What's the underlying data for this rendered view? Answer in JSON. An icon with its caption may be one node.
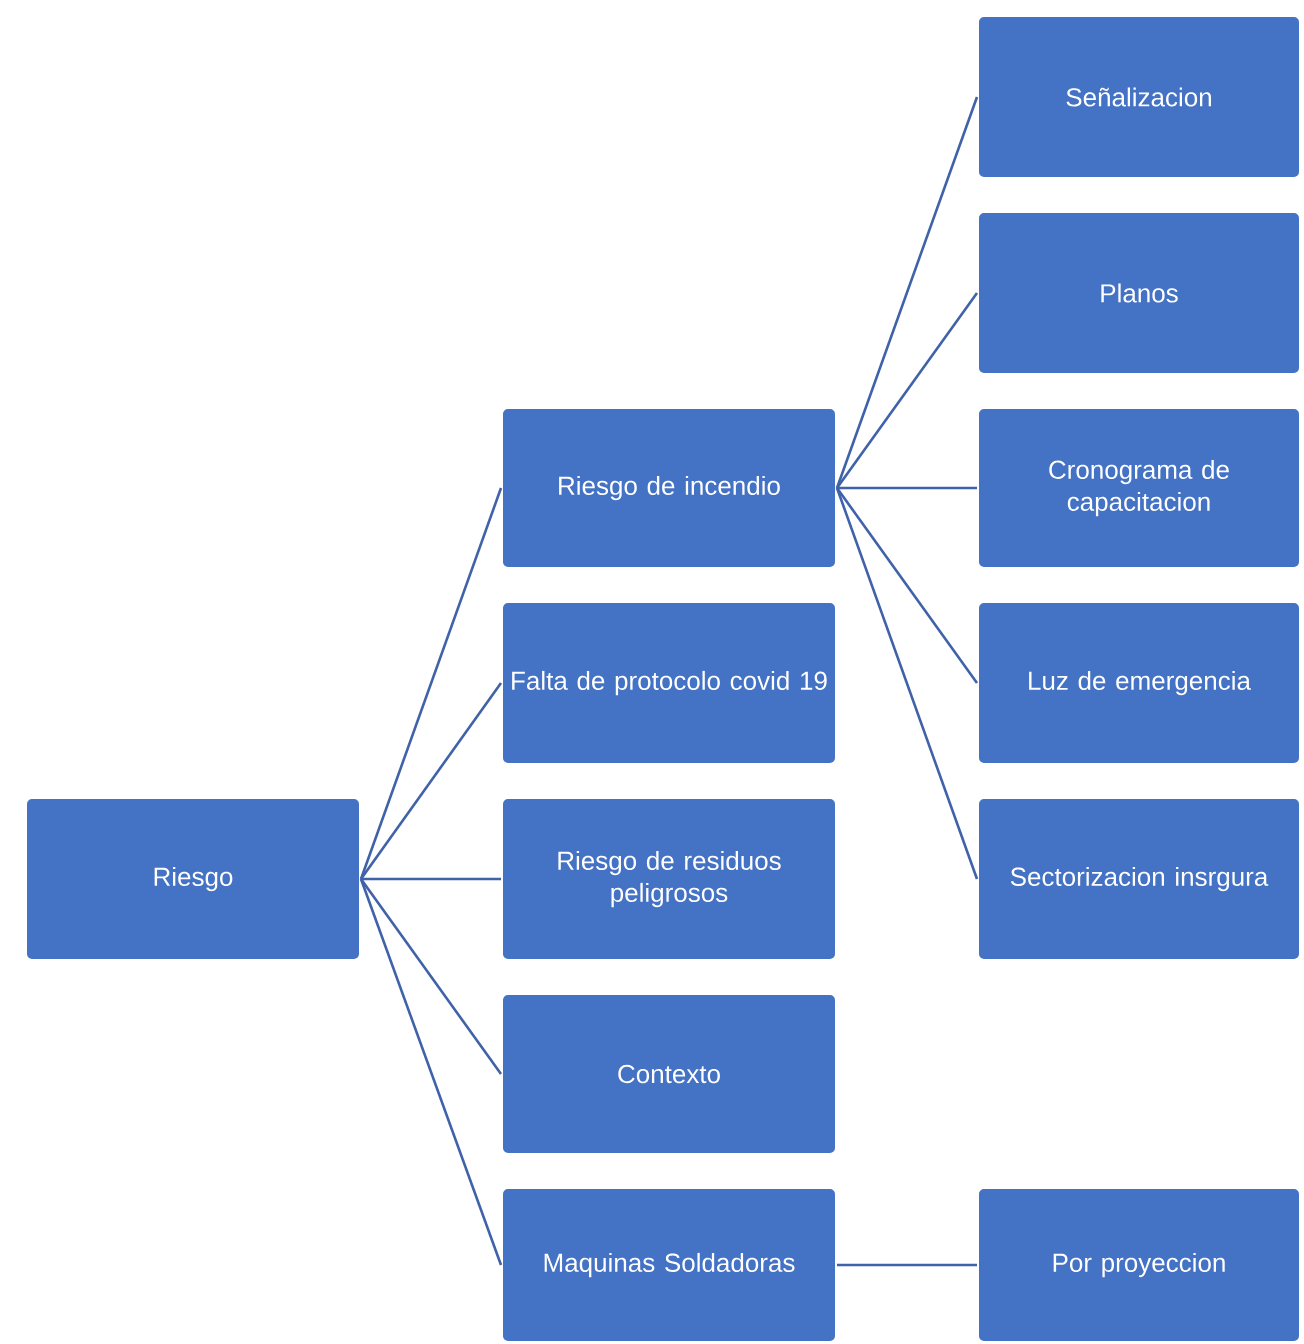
{
  "diagram": {
    "nodes": [
      {
        "text": [
          "Riesgo"
        ]
      },
      {
        "text": [
          "Riesgo de incendio"
        ]
      },
      {
        "text": [
          "Falta de protocolo covid 19"
        ]
      },
      {
        "text": [
          "Riesgo de residuos peligrosos"
        ]
      },
      {
        "text": [
          "Contexto"
        ]
      },
      {
        "text": [
          "Maquinas Soldadoras"
        ]
      },
      {
        "text": [
          "Señalizacion"
        ]
      },
      {
        "text": [
          "Planos"
        ]
      },
      {
        "text": [
          "Cronograma de capacitacion"
        ]
      },
      {
        "text": [
          "Luz de emergencia"
        ]
      },
      {
        "text": [
          "Sectorizacion insrgura"
        ]
      },
      {
        "text": [
          "Por proyeccion"
        ]
      }
    ],
    "edges": [
      {
        "from": 0,
        "to": 1,
        "arrow": "none"
      },
      {
        "from": 0,
        "to": 2,
        "arrow": "none"
      },
      {
        "from": 0,
        "to": 3,
        "arrow": "none"
      },
      {
        "from": 0,
        "to": 4,
        "arrow": "none"
      },
      {
        "from": 0,
        "to": 5,
        "arrow": "none"
      },
      {
        "from": 1,
        "to": 6,
        "arrow": "none"
      },
      {
        "from": 1,
        "to": 7,
        "arrow": "none"
      },
      {
        "from": 1,
        "to": 8,
        "arrow": "none"
      },
      {
        "from": 1,
        "to": 9,
        "arrow": "none"
      },
      {
        "from": 1,
        "to": 10,
        "arrow": "none"
      },
      {
        "from": 5,
        "to": 11,
        "arrow": "none"
      }
    ]
  }
}
